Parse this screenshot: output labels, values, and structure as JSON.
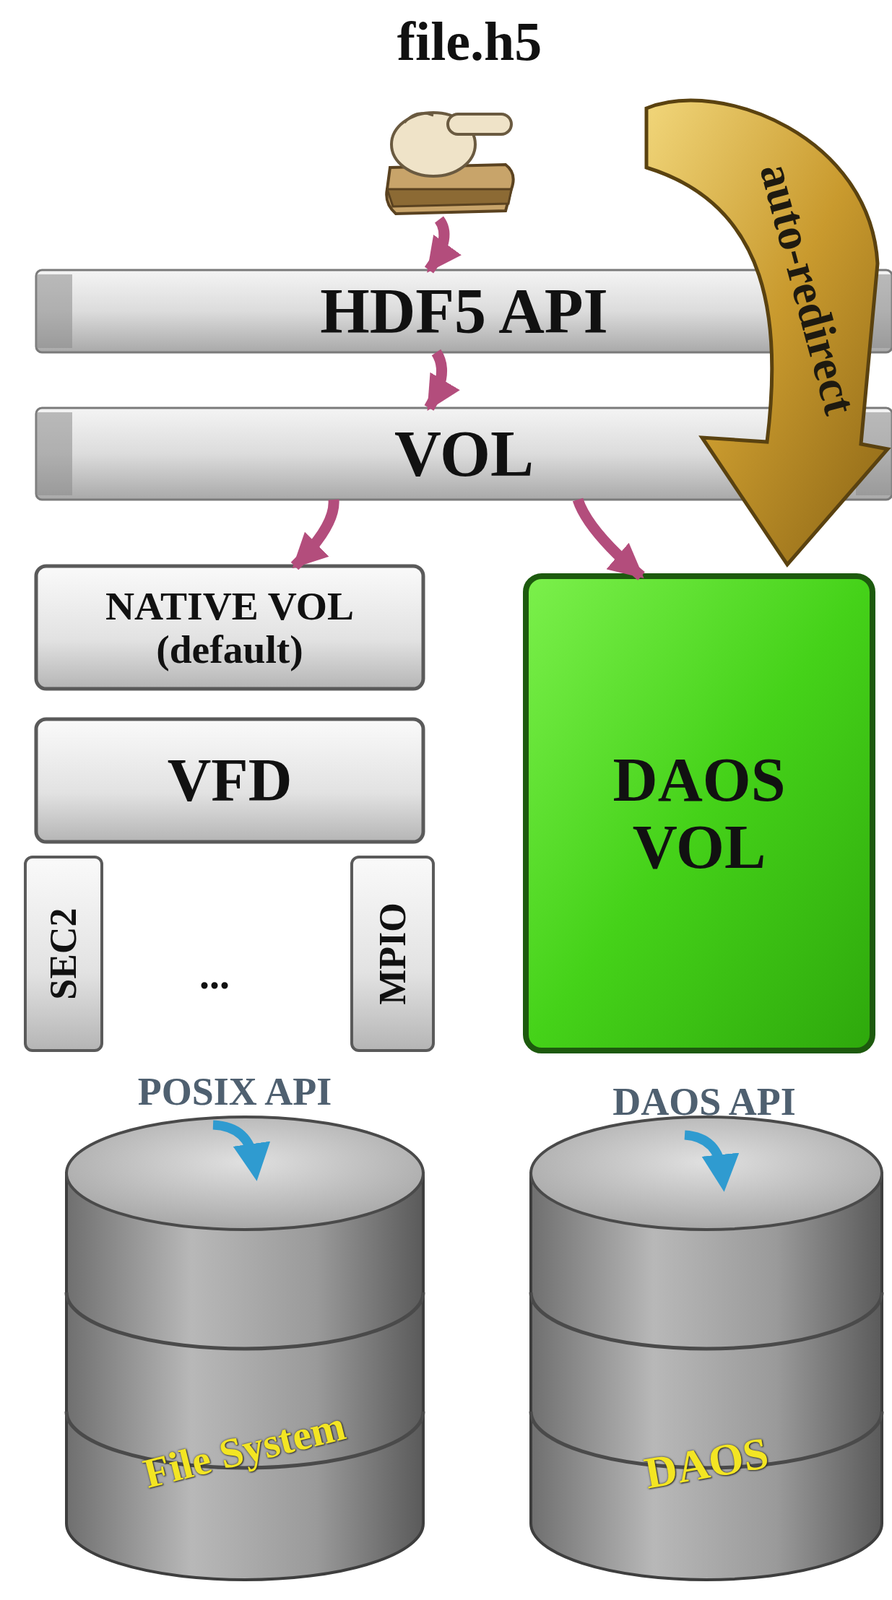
{
  "diagram": {
    "nodes": [
      {
        "text": [
          "file.h5"
        ]
      },
      {
        "text": [
          "HDF5 API"
        ]
      },
      {
        "text": [
          "VOL"
        ]
      },
      {
        "text": [
          "NATIVE VOL (default)"
        ]
      },
      {
        "text": [
          "VFD"
        ]
      },
      {
        "text": [
          "SEC2"
        ]
      },
      {
        "text": [
          "MPIO"
        ]
      },
      {
        "text": [
          "DAOS VOL"
        ]
      },
      {
        "text": [
          "File System"
        ]
      },
      {
        "text": [
          "DAOS"
        ]
      }
    ],
    "edges": [
      {
        "from": 0,
        "to": 1,
        "arrow": "to"
      },
      {
        "from": 1,
        "to": 2,
        "arrow": "to"
      },
      {
        "from": 2,
        "to": 3,
        "arrow": "to"
      },
      {
        "from": 2,
        "to": 7,
        "arrow": "to"
      }
    ],
    "labels": [
      "...",
      "POSIX API",
      "DAOS API",
      "auto-redirect"
    ]
  }
}
